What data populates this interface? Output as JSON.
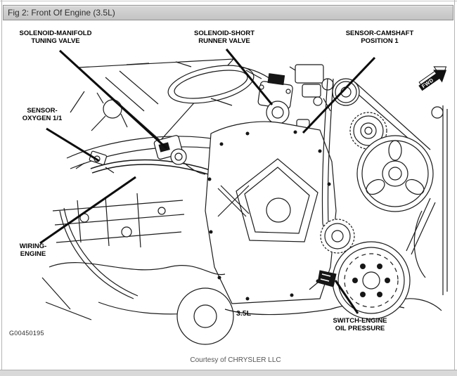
{
  "window": {
    "title": "Fig 2: Front Of Engine (3.5L)"
  },
  "figure": {
    "id_code": "G00450195",
    "engine_label": "3.5L",
    "credit": "Courtesy of CHRYSLER LLC",
    "fwd_arrow": "FWD",
    "callouts": [
      {
        "name": "solenoid-manifold-tuning-valve",
        "lines": [
          "SOLENOID-MANIFOLD",
          "TUNING VALVE"
        ]
      },
      {
        "name": "solenoid-short-runner-valve",
        "lines": [
          "SOLENOID-SHORT",
          "RUNNER VALVE"
        ]
      },
      {
        "name": "sensor-camshaft-position-1",
        "lines": [
          "SENSOR-CAMSHAFT",
          "POSITION 1"
        ]
      },
      {
        "name": "sensor-oxygen-1-1",
        "lines": [
          "SENSOR-",
          "OXYGEN 1/1"
        ]
      },
      {
        "name": "wiring-engine",
        "lines": [
          "WIRING-",
          "ENGINE"
        ]
      },
      {
        "name": "switch-engine-oil-pressure",
        "lines": [
          "SWITCH-ENGINE",
          "OIL PRESSURE"
        ]
      }
    ]
  }
}
